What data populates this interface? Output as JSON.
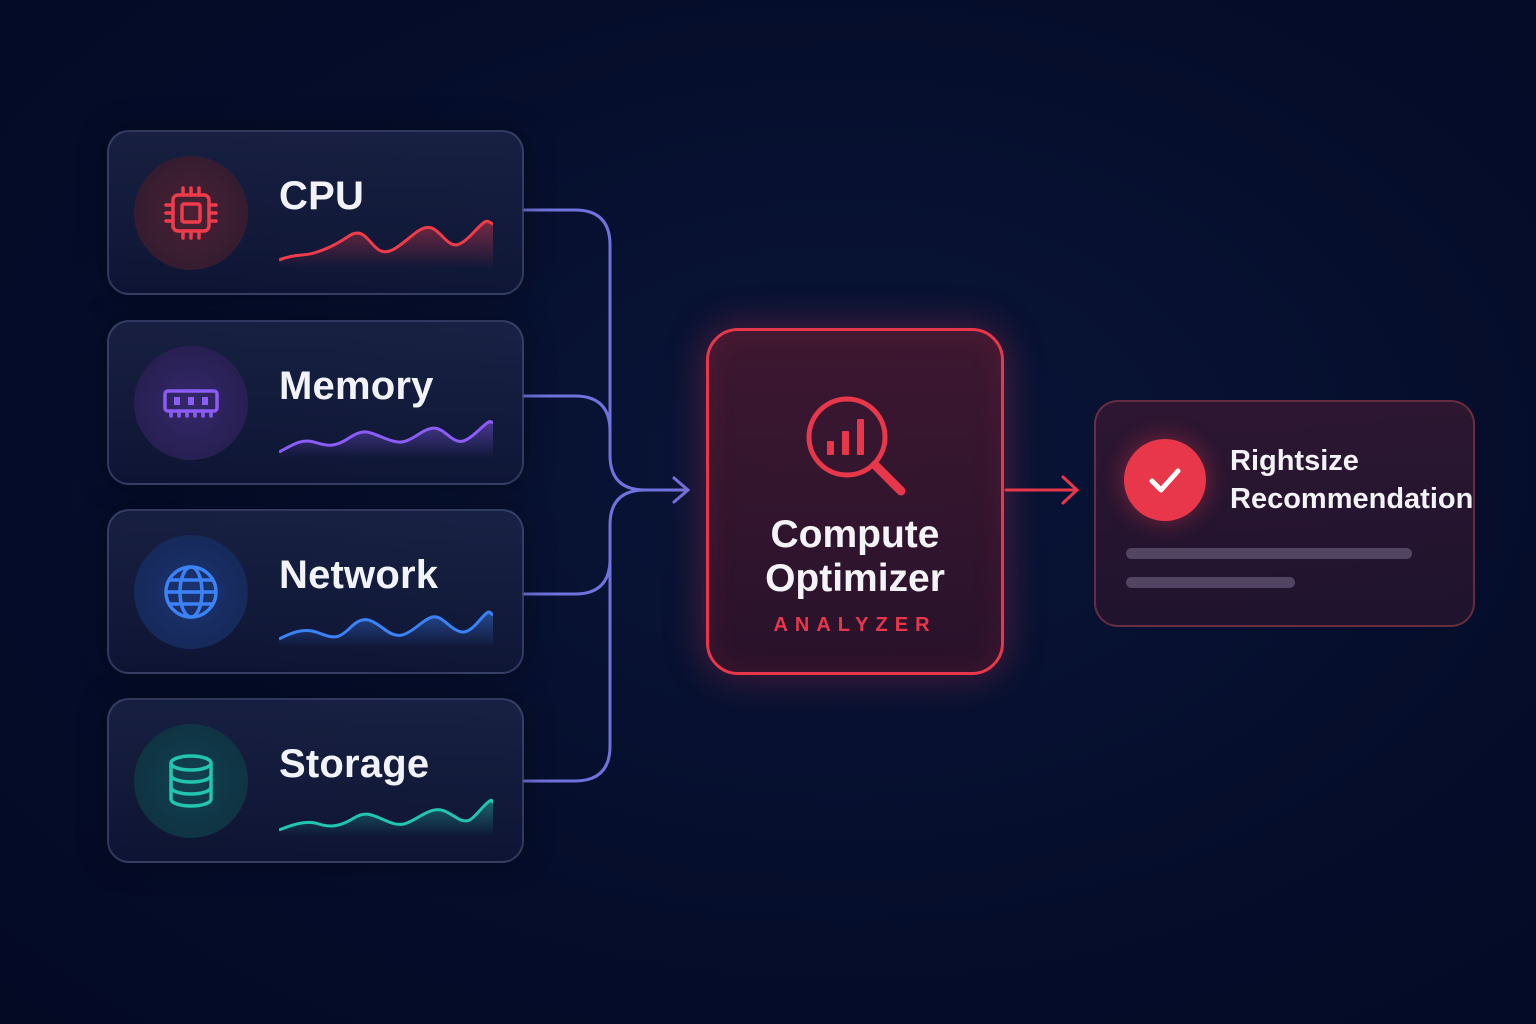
{
  "inputs": [
    {
      "label": "CPU",
      "icon": "cpu-chip-icon",
      "color": "#ef3b4a",
      "icon_bg": "#3a1c2e"
    },
    {
      "label": "Memory",
      "icon": "memory-module-icon",
      "color": "#8b5cf6",
      "icon_bg": "#2a2150"
    },
    {
      "label": "Network",
      "icon": "globe-icon",
      "color": "#3b82f6",
      "icon_bg": "#16285a"
    },
    {
      "label": "Storage",
      "icon": "database-icon",
      "color": "#22c5b0",
      "icon_bg": "#0f3344"
    }
  ],
  "optimizer": {
    "title_line1": "Compute",
    "title_line2": "Optimizer",
    "subtitle": "ANALYZER",
    "icon": "magnifier-chart-icon",
    "accent": "#e8374a"
  },
  "output": {
    "title_line1": "Rightsize",
    "title_line2": "Recommendation",
    "icon": "check-icon",
    "accent": "#e8374a"
  },
  "colors": {
    "background": "#050d2b",
    "connector": "#7c7df0",
    "arrow_out": "#e8374a"
  }
}
